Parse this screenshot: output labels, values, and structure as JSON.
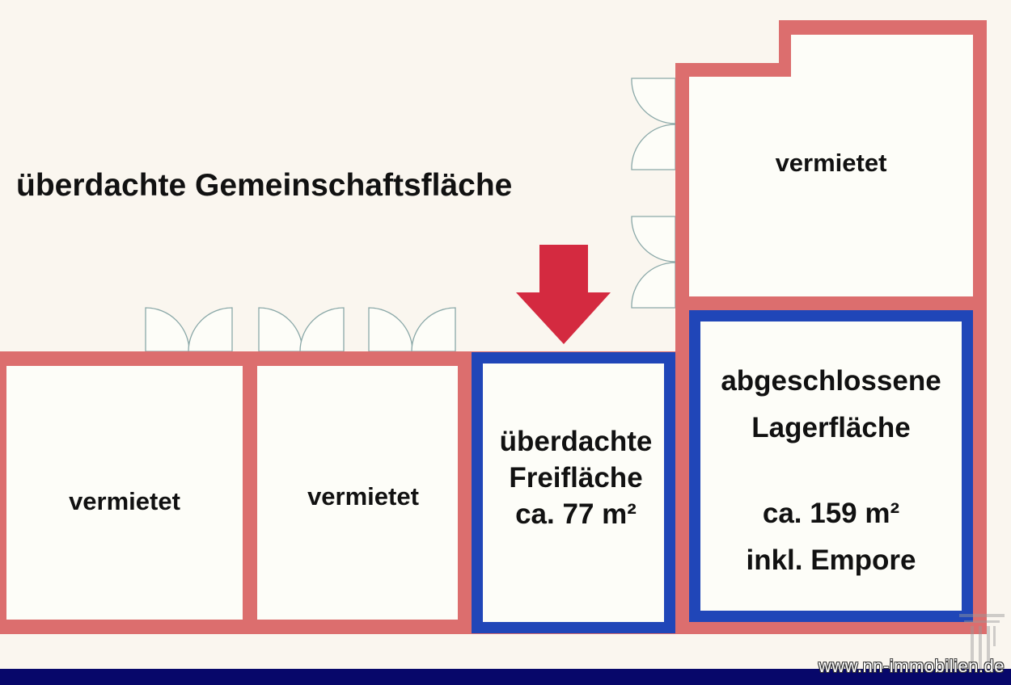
{
  "title": "überdachte Gemeinschaftsfläche",
  "rooms": {
    "top_right": {
      "label": "vermietet"
    },
    "bottom_1": {
      "label": "vermietet"
    },
    "bottom_2": {
      "label": "vermietet"
    },
    "freiflaeche": {
      "line1": "überdachte",
      "line2": "Freifläche",
      "line3": "ca. 77 m²"
    },
    "lagerflaeche": {
      "line1": "abgeschlossene",
      "line2": "Lagerfläche",
      "line3": "ca. 159 m²",
      "line4": "inkl. Empore"
    }
  },
  "footer": {
    "url": "www.nn-immobilien.de"
  },
  "colors": {
    "wall": "#dc6e6e",
    "highlight": "#2046b8",
    "arrow": "#d42a40",
    "footer": "#07076a"
  }
}
